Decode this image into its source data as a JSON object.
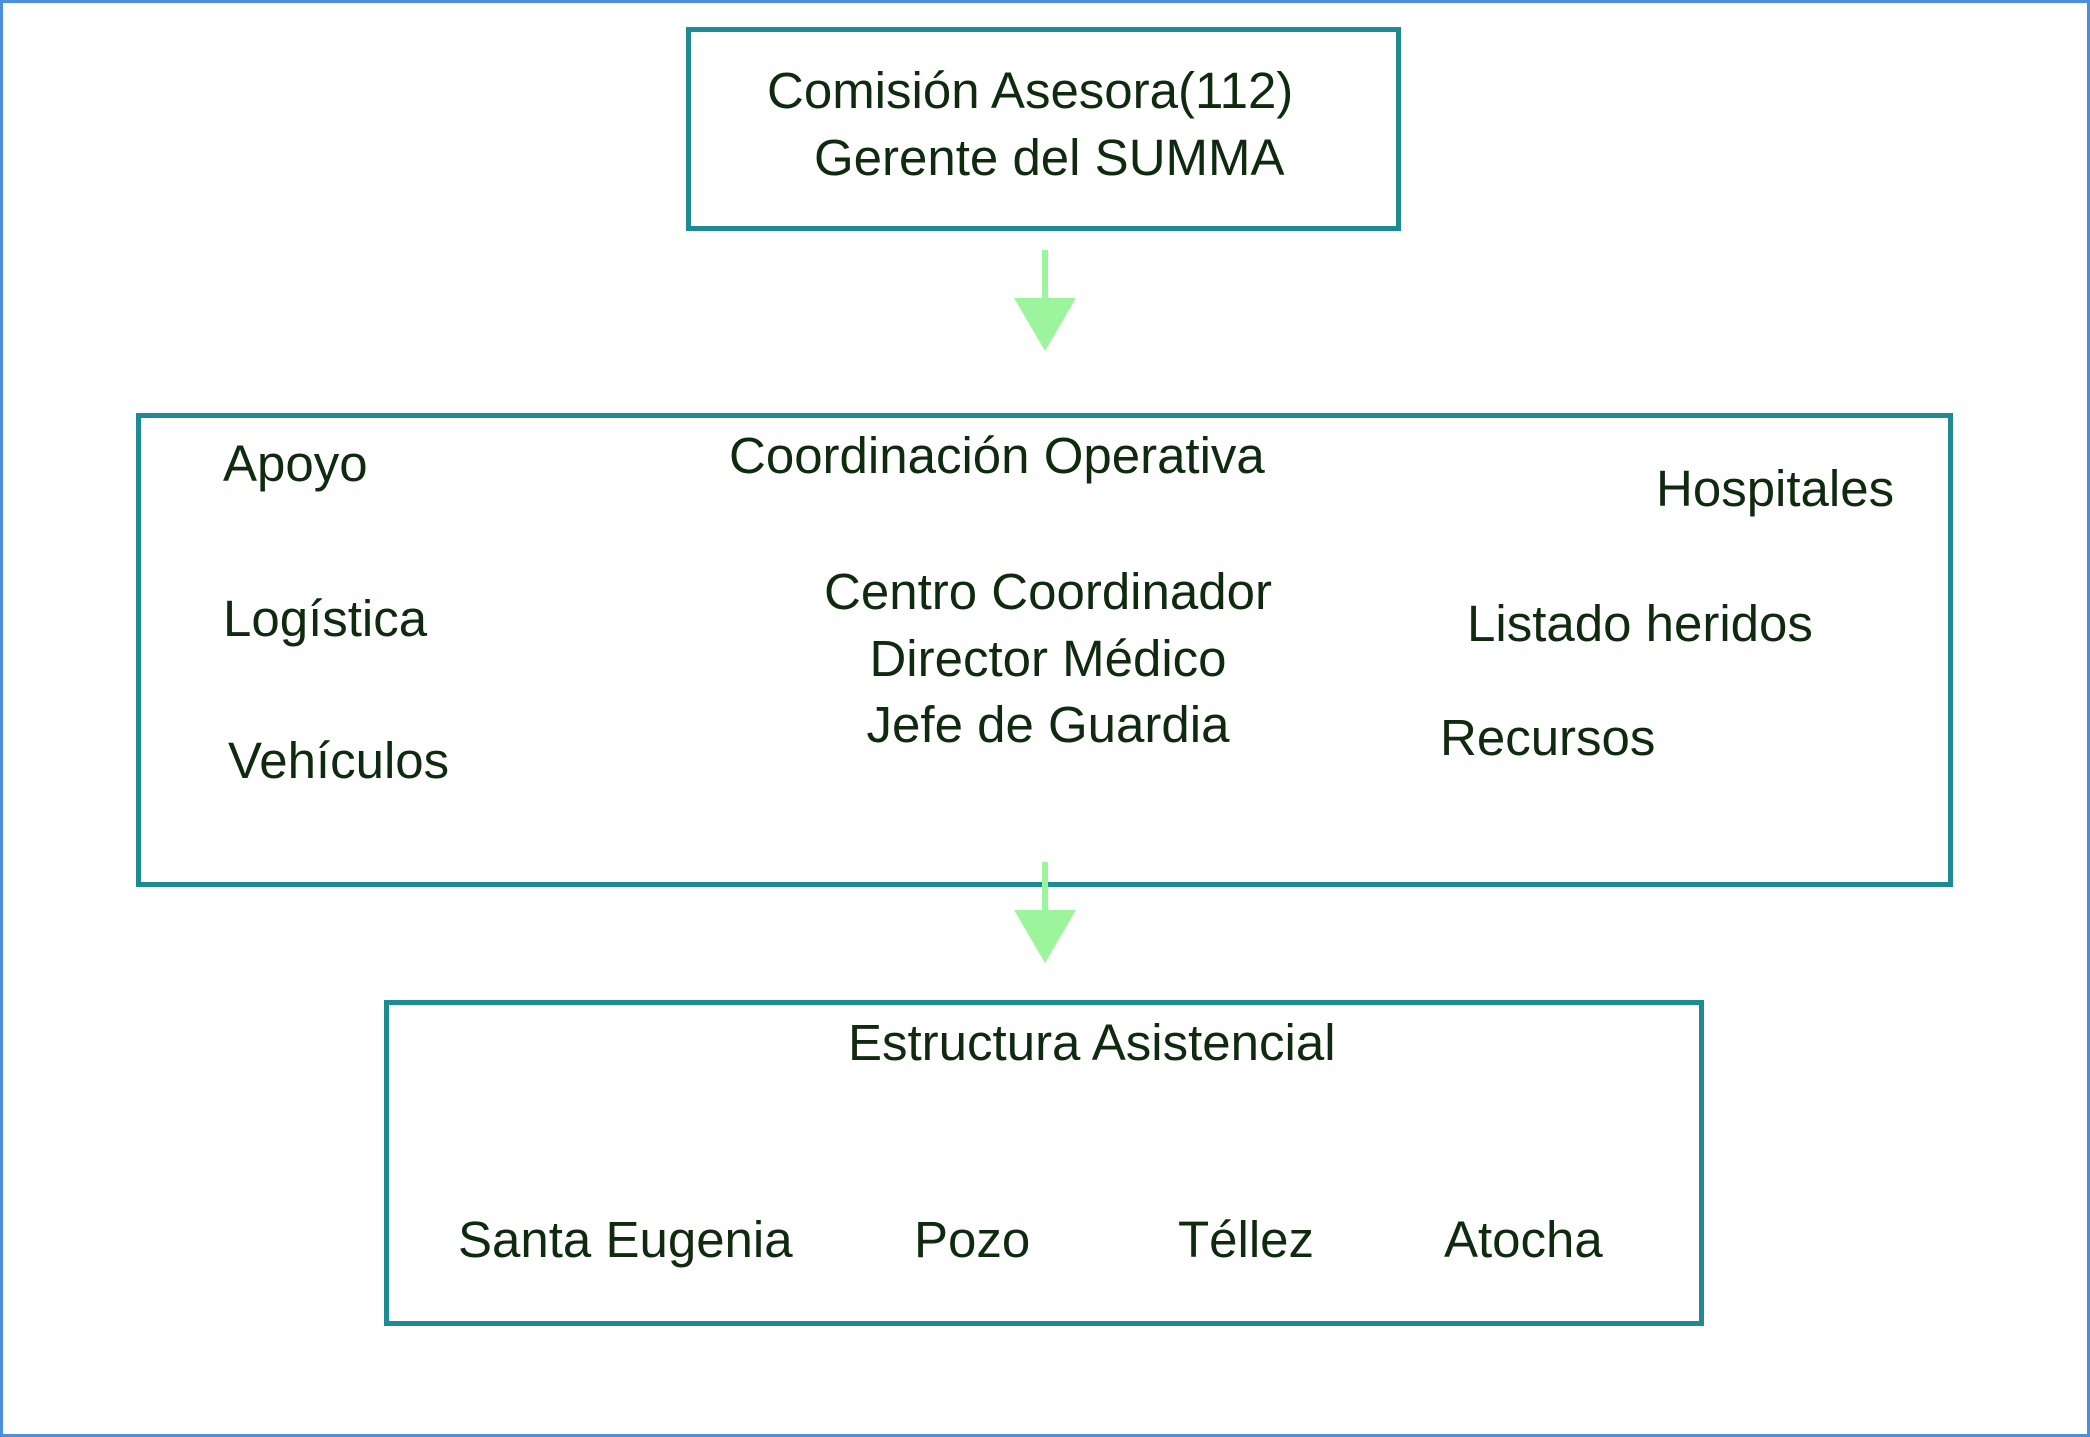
{
  "colors": {
    "box_border": "#1d8a94",
    "arrow": "#9cf59c",
    "text": "#0f2a0f",
    "frame": "#4a8fe0"
  },
  "top_box": {
    "line1": "Comisión Asesora(112)",
    "line2": "Gerente del SUMMA"
  },
  "middle_box": {
    "left": {
      "apoyo": "Apoyo",
      "logistica": "Logística",
      "vehiculos": "Vehículos"
    },
    "center": {
      "title": "Coordinación Operativa",
      "line1": "Centro Coordinador",
      "line2": "Director Médico",
      "line3": "Jefe de Guardia"
    },
    "right": {
      "hospitales": "Hospitales",
      "listado": "Listado heridos",
      "recursos": "Recursos"
    }
  },
  "bottom_box": {
    "title": "Estructura Asistencial",
    "sites": [
      "Santa Eugenia",
      "Pozo",
      "Téllez",
      "Atocha"
    ]
  }
}
